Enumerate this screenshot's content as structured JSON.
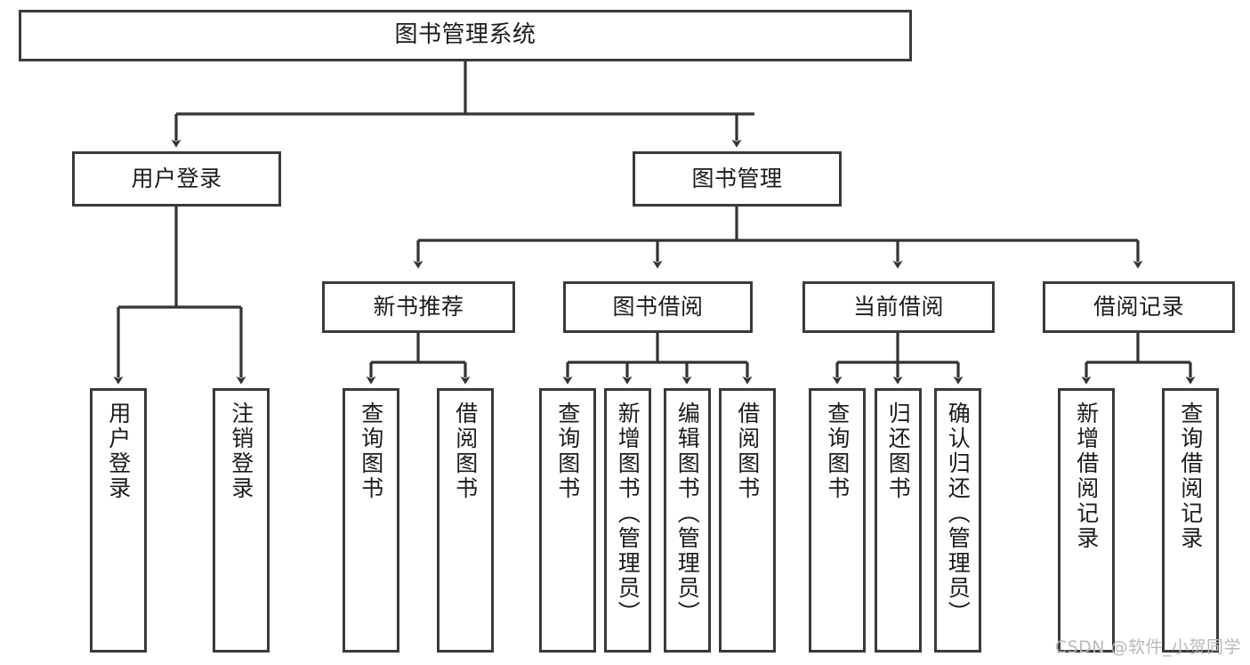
{
  "diagram": {
    "title": "图书管理系统",
    "watermark": "CSDN @软件_小贺同学",
    "colors": {
      "box_border": "#3a3a3a",
      "box_fill": "#ffffff",
      "edge": "#333333",
      "text": "#1b1b1b",
      "watermark": "#b9b9b9",
      "background": "#ffffff"
    },
    "nodes": {
      "root": "图书管理系统",
      "user_login": "用户登录",
      "book_manage": "图书管理",
      "new_book_rec": "新书推荐",
      "book_borrow": "图书借阅",
      "current_borrow": "当前借阅",
      "borrow_record": "借阅记录",
      "leaf_user_login": "用户登录",
      "leaf_logout": "注销登录",
      "leaf_query_book_1": "查询图书",
      "leaf_borrow_book_1": "借阅图书",
      "leaf_query_book_2": "查询图书",
      "leaf_add_book_admin": "新增图书（管理员）",
      "leaf_edit_book_admin": "编辑图书（管理员）",
      "leaf_borrow_book_2": "借阅图书",
      "leaf_query_book_3": "查询图书",
      "leaf_return_book": "归还图书",
      "leaf_confirm_return_admin": "确认归还（管理员）",
      "leaf_add_record": "新增借阅记录",
      "leaf_query_record": "查询借阅记录"
    }
  }
}
